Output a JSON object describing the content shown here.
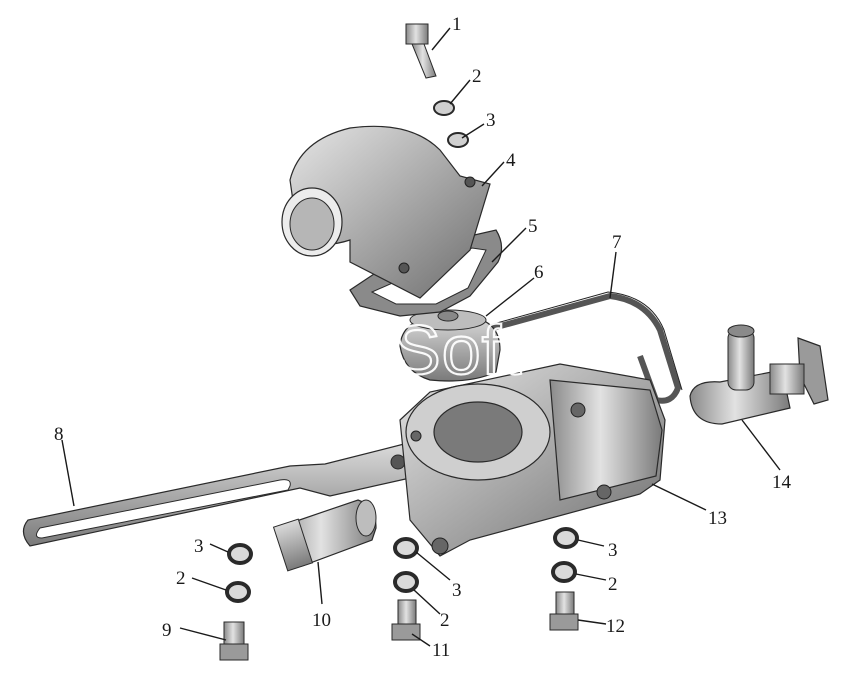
{
  "watermark": "AutoSoft",
  "callouts": {
    "c1": "1",
    "c2a": "2",
    "c3a": "3",
    "c4": "4",
    "c5": "5",
    "c6": "6",
    "c7": "7",
    "c8": "8",
    "c3b": "3",
    "c2b": "2",
    "c10": "10",
    "c9": "9",
    "c3c": "3",
    "c2c": "2",
    "c11": "11",
    "c3d": "3",
    "c2d": "2",
    "c12": "12",
    "c13": "13",
    "c14": "14"
  },
  "colors": {
    "metal_light": "#d8d8d8",
    "metal_mid": "#a6a6a6",
    "metal_dark": "#6e6e6e",
    "outline": "#2a2a2a"
  }
}
